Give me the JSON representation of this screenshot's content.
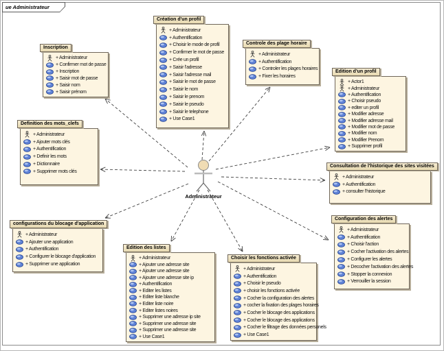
{
  "frame": {
    "title": "ue Administrateur"
  },
  "actor": {
    "label": "Administrateur"
  },
  "colors": {
    "box_body": "#fdf5e1",
    "box_tab_light": "#f7edd3",
    "box_tab_dark": "#e7d9b0",
    "box_border": "#6e6558",
    "shadow": "#b6ad99",
    "usecase_fill": "#5f82d6",
    "usecase_highlight": "#b9cdf5",
    "usecase_border": "#1f3f8f",
    "arrow": "#3f3f3f",
    "actor_head": "#f0dcb4"
  },
  "packages": [
    {
      "id": "inscription",
      "title": "Inscription",
      "items": [
        {
          "icon": "actor",
          "label": "+ Administrateur"
        },
        {
          "icon": "usecase",
          "label": "+ Confirmer mot de passe"
        },
        {
          "icon": "usecase",
          "label": "+ Inscription"
        },
        {
          "icon": "usecase",
          "label": "+ Saisir mot de passe"
        },
        {
          "icon": "usecase",
          "label": "+ Saisir nom"
        },
        {
          "icon": "usecase",
          "label": "+ Saisir prénom"
        }
      ]
    },
    {
      "id": "creation",
      "title": "Création d'un profil",
      "items": [
        {
          "icon": "actor",
          "label": "+ Administrateur"
        },
        {
          "icon": "usecase",
          "label": "+ Authentification"
        },
        {
          "icon": "usecase",
          "label": "+ Choisir le mode de profil"
        },
        {
          "icon": "usecase",
          "label": "+ Confirmer le mot de passe"
        },
        {
          "icon": "usecase",
          "label": "+ Crée un profil"
        },
        {
          "icon": "usecase",
          "label": "+ Saisir l'adresse"
        },
        {
          "icon": "usecase",
          "label": "+ Saisir l'adresse mail"
        },
        {
          "icon": "usecase",
          "label": "+ Saisir le mot de passe"
        },
        {
          "icon": "usecase",
          "label": "+ Saisir le nom"
        },
        {
          "icon": "usecase",
          "label": "+ Saisir le prenom"
        },
        {
          "icon": "usecase",
          "label": "+ Saisir le pseudo"
        },
        {
          "icon": "usecase",
          "label": "+ Saisir le telephone"
        },
        {
          "icon": "usecase",
          "label": "+ Use Case1"
        }
      ]
    },
    {
      "id": "controle",
      "title": "Controle des plage horaire",
      "items": [
        {
          "icon": "actor",
          "label": "+ Administrateur"
        },
        {
          "icon": "usecase",
          "label": "+ Authentification"
        },
        {
          "icon": "usecase",
          "label": "+ Controler les plages horaires"
        },
        {
          "icon": "usecase",
          "label": "+ Fixer les horaires"
        }
      ]
    },
    {
      "id": "edition-profil",
      "title": "Edition d'un profil",
      "items": [
        {
          "icon": "actor",
          "label": "+ Actor1"
        },
        {
          "icon": "actor",
          "label": "+ Administrateur"
        },
        {
          "icon": "usecase",
          "label": "+ Authentification"
        },
        {
          "icon": "usecase",
          "label": "+ Choisir pseudo"
        },
        {
          "icon": "usecase",
          "label": "+ editer un profil"
        },
        {
          "icon": "usecase",
          "label": "+ Modifier adresse"
        },
        {
          "icon": "usecase",
          "label": "+ Modifier adresse mail"
        },
        {
          "icon": "usecase",
          "label": "+ Modifier mot de passe"
        },
        {
          "icon": "usecase",
          "label": "+ Modifier nom"
        },
        {
          "icon": "usecase",
          "label": "+ Modifier Prenom"
        },
        {
          "icon": "usecase",
          "label": "+ Supprimer profil"
        }
      ]
    },
    {
      "id": "mots-clefs",
      "title": "Definition des mots_clefs",
      "items": [
        {
          "icon": "actor",
          "label": "+ Administrateur"
        },
        {
          "icon": "usecase",
          "label": "+ Ajouter mots clés"
        },
        {
          "icon": "usecase",
          "label": "+ Authentification"
        },
        {
          "icon": "usecase",
          "label": "+ Definir les mots"
        },
        {
          "icon": "usecase",
          "label": "+ Dictionnaire"
        },
        {
          "icon": "usecase",
          "label": "+ Supprimer mots clés"
        }
      ]
    },
    {
      "id": "consultation",
      "title": "Consultation de l'historique des sites visitées",
      "items": [
        {
          "icon": "actor",
          "label": "+ Administrateur"
        },
        {
          "icon": "usecase",
          "label": "+ Authentification"
        },
        {
          "icon": "usecase",
          "label": "+ consulter l'historique"
        }
      ]
    },
    {
      "id": "blocage",
      "title": "configurations du blocage d'application",
      "items": [
        {
          "icon": "actor",
          "label": "+ Administrateur"
        },
        {
          "icon": "usecase",
          "label": "+ Ajouter une application"
        },
        {
          "icon": "usecase",
          "label": "+ Authentification"
        },
        {
          "icon": "usecase",
          "label": "+ Configurer le blocage d'application"
        },
        {
          "icon": "usecase",
          "label": "+ Supprimer une application"
        }
      ]
    },
    {
      "id": "listes",
      "title": "Edition des listes",
      "items": [
        {
          "icon": "actor",
          "label": "+ Administrateur"
        },
        {
          "icon": "usecase",
          "label": "+ Ajouter une adresse site"
        },
        {
          "icon": "usecase",
          "label": "+ Ajouter une adresse site"
        },
        {
          "icon": "usecase",
          "label": "+ Ajouter une adresse site ip"
        },
        {
          "icon": "usecase",
          "label": "+ Authentification"
        },
        {
          "icon": "usecase",
          "label": "+ Editer les listes"
        },
        {
          "icon": "usecase",
          "label": "+ Editer liste blanche"
        },
        {
          "icon": "usecase",
          "label": "+ Editer liste noire"
        },
        {
          "icon": "usecase",
          "label": "+ Editer listes noires"
        },
        {
          "icon": "usecase",
          "label": "+ Supprimer une adresse ip site"
        },
        {
          "icon": "usecase",
          "label": "+ Supprimer une adresse site"
        },
        {
          "icon": "usecase",
          "label": "+ Supprimer une adresse site"
        },
        {
          "icon": "usecase",
          "label": "+ Use Case1"
        }
      ]
    },
    {
      "id": "fonctions",
      "title": "Choisir les fonctions activée",
      "items": [
        {
          "icon": "actor",
          "label": "+ Administrateur"
        },
        {
          "icon": "usecase",
          "label": "+ Authentification"
        },
        {
          "icon": "usecase",
          "label": "+ Choisir le pseudo"
        },
        {
          "icon": "usecase",
          "label": "+ choisir les fonctions activée"
        },
        {
          "icon": "usecase",
          "label": "+ Cocher la configuration des alertes"
        },
        {
          "icon": "usecase",
          "label": "+ cocher la fixation des plages horaires"
        },
        {
          "icon": "usecase",
          "label": "+ Cocher le blocage des applications"
        },
        {
          "icon": "usecase",
          "label": "+ Cocher le blocage des applications"
        },
        {
          "icon": "usecase",
          "label": "+ Cocher le filtrage des données personels"
        },
        {
          "icon": "usecase",
          "label": "+ Use Case1"
        }
      ]
    },
    {
      "id": "alertes",
      "title": "Configuration des alertes",
      "items": [
        {
          "icon": "actor",
          "label": "+ Administrateur"
        },
        {
          "icon": "usecase",
          "label": "+ Authentification"
        },
        {
          "icon": "usecase",
          "label": "+ Choisir l'action"
        },
        {
          "icon": "usecase",
          "label": "+ Cocher l'activation des alertes"
        },
        {
          "icon": "usecase",
          "label": "+ Configurer les alertes"
        },
        {
          "icon": "usecase",
          "label": "+ Decocher l'activation des alertes"
        },
        {
          "icon": "usecase",
          "label": "+ Stopper la connexion"
        },
        {
          "icon": "usecase",
          "label": "+ Verrouiller la session"
        }
      ]
    }
  ]
}
